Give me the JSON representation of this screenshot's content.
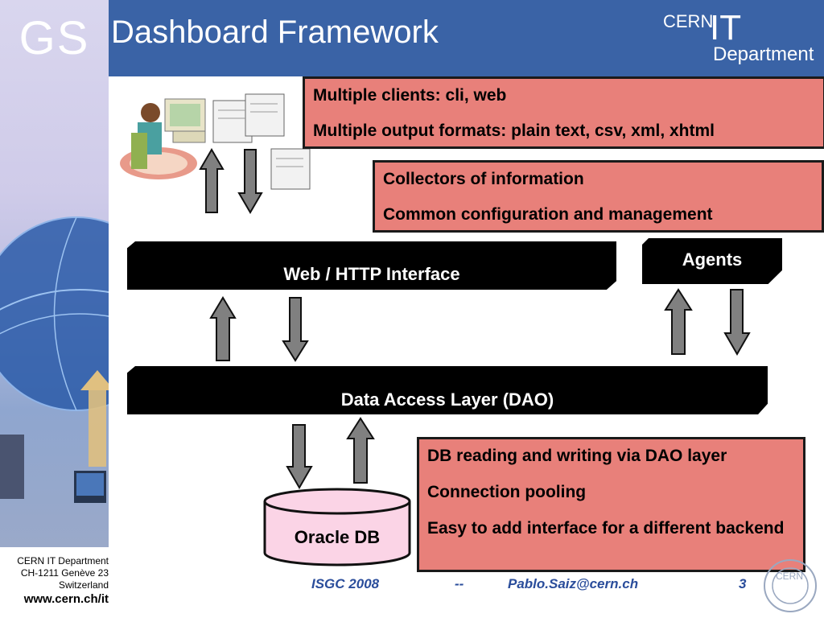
{
  "header": {
    "logo_text": "GS",
    "title": "Dashboard Framework",
    "cern_logo": {
      "cern": "CERN",
      "it": "IT",
      "department": "Department"
    }
  },
  "callouts": {
    "clients": [
      "Multiple clients: cli, web",
      "Multiple output formats: plain text, csv, xml, xhtml"
    ],
    "collectors": [
      "Collectors of information",
      "Common configuration and management"
    ],
    "db": [
      "DB reading and writing via DAO layer",
      "Connection pooling",
      "Easy to add interface for a different backend"
    ]
  },
  "layers": {
    "web": "Web / HTTP Interface",
    "agents": "Agents",
    "dao": "Data Access Layer (DAO)",
    "oracle": "Oracle DB"
  },
  "footer": {
    "address_line1": "CERN IT Department",
    "address_line2": "CH-1211 Genève 23",
    "address_line3": "Switzerland",
    "url": "www.cern.ch/it",
    "conference": "ISGC 2008",
    "separator": "--",
    "email": "Pablo.Saiz@cern.ch",
    "page": "3"
  },
  "colors": {
    "header_bg": "#3a63a6",
    "callout_bg": "#e8807a",
    "footer_text": "#2a4d9b",
    "arrow_fill": "#808080"
  }
}
